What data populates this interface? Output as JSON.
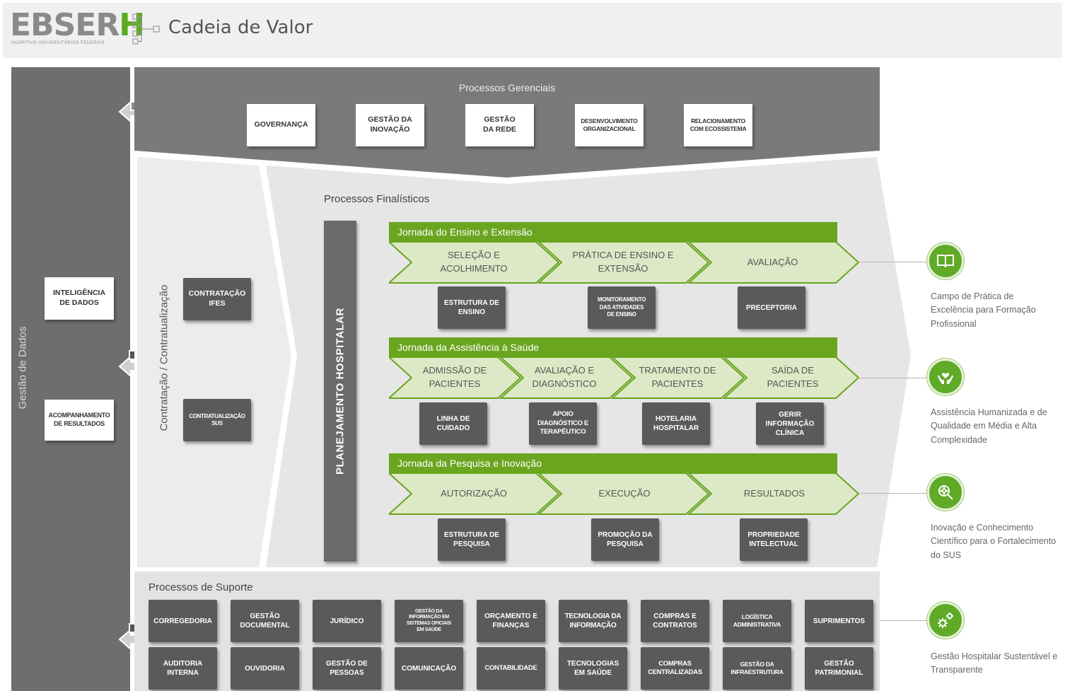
{
  "header": {
    "logo_main": "EBSER",
    "logo_accent": "H",
    "logo_subtitle": "HOSPITAIS UNIVERSITÁRIOS FEDERAIS",
    "title": "Cadeia de Valor"
  },
  "data_management": {
    "label": "Gestão de Dados",
    "items": [
      "INTELIGÊNCIA\nDE DADOS",
      "ACOMPANHAMENTO\nDE RESULTADOS"
    ]
  },
  "management": {
    "title": "Processos Gerenciais",
    "items": [
      "GOVERNANÇA",
      "GESTÃO DA\nINOVAÇÃO",
      "GESTÃO\nDA REDE",
      "DESENVOLVIMENTO\nORGANIZACIONAL",
      "RELACIONAMENTO\nCOM ECOSSISTEMA"
    ]
  },
  "contracting": {
    "label": "Contratação / Contratualização",
    "items": [
      "CONTRATAÇÃO\nIFES",
      "CONTRATUALIZAÇÃO\nSUS"
    ]
  },
  "finalistic": {
    "title": "Processos Finalísticos",
    "planning": "PLANEJAMENTO HOSPITALAR",
    "journeys": [
      {
        "title": "Jornada do Ensino e Extensão",
        "steps": [
          "SELEÇÃO E\nACOLHIMENTO",
          "PRÁTICA DE ENSINO E\nEXTENSÃO",
          "AVALIAÇÃO"
        ],
        "supports": [
          "ESTRUTURA DE\nENSINO",
          "MONITORAMENTO\nDAS ATIVIDADES\nDE ENSINO",
          "PRECEPTORIA"
        ]
      },
      {
        "title": "Jornada da Assistência à Saúde",
        "steps": [
          "ADMISSÃO DE\nPACIENTES",
          "AVALIAÇÃO E\nDIAGNÓSTICO",
          "TRATAMENTO DE\nPACIENTES",
          "SAÍDA DE\nPACIENTES"
        ],
        "supports": [
          "LINHA DE\nCUIDADO",
          "APOIO\nDIAGNÓSTICO E\nTERAPÊUTICO",
          "HOTELARIA\nHOSPITALAR",
          "GERIR\nINFORMAÇÃO\nCLÍNICA"
        ]
      },
      {
        "title": "Jornada da Pesquisa e Inovação",
        "steps": [
          "AUTORIZAÇÃO",
          "EXECUÇÃO",
          "RESULTADOS"
        ],
        "supports": [
          "ESTRUTURA DE\nPESQUISA",
          "PROMOÇÃO DA\nPESQUISA",
          "PROPRIEDADE\nINTELECTUAL"
        ]
      }
    ]
  },
  "support": {
    "title": "Processos de Suporte",
    "row1": [
      "CORREGEDORIA",
      "GESTÃO\nDOCUMENTAL",
      "JURÍDICO",
      "GESTÃO DA\nINFORMAÇÃO EM\nSISTEMAS OFICIAIS\nEM SAÚDE",
      "ORÇAMENTO E\nFINANÇAS",
      "TECNOLOGIA DA\nINFORMAÇÃO",
      "COMPRAS E\nCONTRATOS",
      "LOGÍSTICA\nADMINISTRATIVA",
      "SUPRIMENTOS"
    ],
    "row2": [
      "AUDITORIA\nINTERNA",
      "OUVIDORIA",
      "GESTÃO DE\nPESSOAS",
      "COMUNICAÇÃO",
      "CONTABILIDADE",
      "TECNOLOGIAS\nEM SAÚDE",
      "COMPRAS\nCENTRALIZADAS",
      "GESTÃO DA\nINFRAESTRUTURA",
      "GESTÃO\nPATRIMONIAL"
    ]
  },
  "outputs": [
    {
      "icon": "book-icon",
      "text": "Campo de Prática de Excelência para Formação Profissional"
    },
    {
      "icon": "care-hands-icon",
      "text": "Assistência Humanizada e de Qualidade em Média e Alta Complexidade"
    },
    {
      "icon": "research-magnifier-icon",
      "text": "Inovação e Conhecimento Científico para o Fortalecimento do SUS"
    },
    {
      "icon": "gears-icon",
      "text": "Gestão Hospitalar Sustentável e Transparente"
    }
  ],
  "colors": {
    "green": "#6aa51f",
    "light_green": "#dce9c3",
    "dark_gray": "#5a5a5a",
    "band_gray": "#7a7a7a"
  }
}
